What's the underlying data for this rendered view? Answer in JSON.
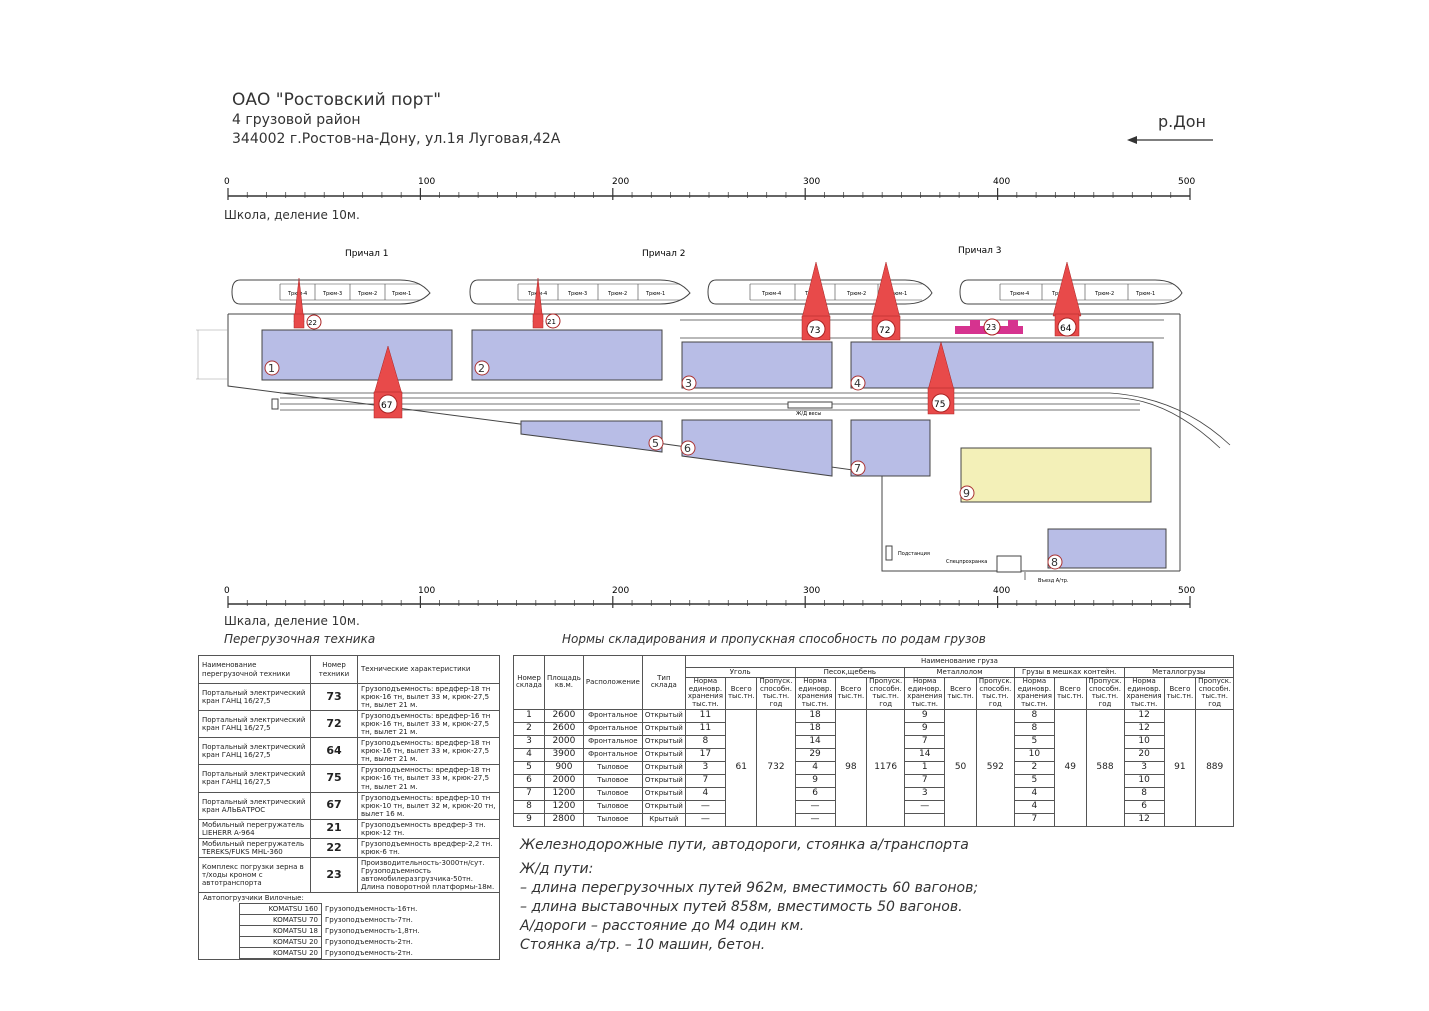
{
  "header": {
    "org": "ОАО \"Ростовский порт\"",
    "district": "4 грузовой район",
    "address": "344002 г.Ростов-на-Дону, ул.1я Луговая,42А",
    "river": "р.Дон"
  },
  "scale": {
    "ticks": [
      "0",
      "100",
      "200",
      "300",
      "400",
      "500"
    ],
    "label": "Школа, деление 10м.",
    "label_bottom": "Шкала, деление 10м."
  },
  "berths": [
    "Причал 1",
    "Причал 2",
    "Причал 3"
  ],
  "ships": [
    {
      "holds": [
        "Трюм-4",
        "Трюм-3",
        "Трюм-2",
        "Трюм-1"
      ]
    },
    {
      "holds": [
        "Трюм-4",
        "Трюм-3",
        "Трюм-2",
        "Трюм-1"
      ]
    },
    {
      "holds": [
        "Трюм-4",
        "Трюм-3",
        "Трюм-2",
        "Трюм-1"
      ]
    },
    {
      "holds": [
        "Трюм-4",
        "Трюм-3",
        "Трюм-2",
        "Трюм-1"
      ]
    }
  ],
  "cranes": [
    "22",
    "21",
    "73",
    "72",
    "23",
    "64",
    "67",
    "75"
  ],
  "warehouses": [
    "1",
    "2",
    "3",
    "4",
    "5",
    "6",
    "7",
    "8",
    "9"
  ],
  "labels": {
    "scales_rail": "Ж/Д весы",
    "substation": "Подстанция",
    "special_building": "Спецпрохранка",
    "exit": "Въезд А/тр."
  },
  "colors": {
    "warehouse": "#b8bde6",
    "open_area": "#f3f0b8",
    "crane": "#e84a4a",
    "crane_23": "#d6338f"
  },
  "equipment": {
    "title": "Перегрузочная техника",
    "headers": [
      "Наименование перегрузочной техники",
      "Номер техники",
      "Технические характеристики"
    ],
    "rows": [
      {
        "name": "Портальный электрический кран ГАНЦ 16/27,5",
        "num": "73",
        "spec": "Грузоподъемность: вредфер-18 тн крюк-16 тн, вылет 33 м, крюк-27,5 тн, вылет 21 м."
      },
      {
        "name": "Портальный электрический кран ГАНЦ 16/27,5",
        "num": "72",
        "spec": "Грузоподъемность: вредфер-16 тн крюк-16 тн, вылет 33 м, крюк-27,5 тн, вылет 21 м."
      },
      {
        "name": "Портальный электрический кран ГАНЦ 16/27,5",
        "num": "64",
        "spec": "Грузоподъемность: вредфер-18 тн крюк-16 тн, вылет 33 м, крюк-27,5 тн, вылет 21 м."
      },
      {
        "name": "Портальный электрический кран ГАНЦ 16/27,5",
        "num": "75",
        "spec": "Грузоподъемность: вредфер-18 тн крюк-16 тн, вылет 33 м, крюк-27,5 тн, вылет 21 м."
      },
      {
        "name": "Портальный электрический кран АЛЬБАТРОС",
        "num": "67",
        "spec": "Грузоподъемность: вредфер-10 тн крюк-10 тн, вылет 32 м, крюк-20 тн, вылет 16 м."
      },
      {
        "name": "Мобильный перегружатель LIEHERR A-964",
        "num": "21",
        "spec": "Грузоподъемность вредфер-3 тн. крюк-12 тн."
      },
      {
        "name": "Мобильный перегружатель TEREKS/FUKS MHL-360",
        "num": "22",
        "spec": "Грузоподъемность вредфер-2,2 тн. крюк-6 тн."
      },
      {
        "name": "Комплекс погрузки зерна в т/ходы кроном с автотранспорта",
        "num": "23",
        "spec": "Производительность-3000тн/сут. Грузоподъемность автомобилеразгрузчика-50тн. Длина поворотной платформы-18м."
      }
    ],
    "loaders_title": "Автопогрузчики Вилочные:",
    "loaders": [
      {
        "name": "KOMATSU 160",
        "spec": "Грузоподъемность-16тн."
      },
      {
        "name": "KOMATSU 70",
        "spec": "Грузоподъемность-7тн."
      },
      {
        "name": "KOMATSU 18",
        "spec": "Грузоподъемность-1,8тн."
      },
      {
        "name": "KOMATSU 20",
        "spec": "Грузоподъемность-2тн."
      },
      {
        "name": "KOMATSU 20",
        "spec": "Грузоподъемность-2тн."
      }
    ]
  },
  "norms": {
    "title": "Нормы складирования и пропускная способность по родам грузов",
    "col_num": "Номер склада",
    "col_area": "Площадь кв.м.",
    "col_loc": "Расположение",
    "col_type": "Тип склада",
    "cargo_header": "Наименование груза",
    "groups": [
      "Уголь",
      "Песок,щебень",
      "Металлолом",
      "Грузы в мешках контейн.",
      "Металлогрузы"
    ],
    "sub_norm": "Норма единовр. хранения тыс.тн.",
    "sub_total": "Всего тыс.тн.",
    "sub_capacity": "Пропуск. способн. тыс.тн. год",
    "rows": [
      {
        "n": "1",
        "area": "2600",
        "loc": "Фронтальное",
        "type": "Открытый",
        "coal": "11",
        "sand": "18",
        "scrap": "9",
        "bags": "8",
        "metal": "12"
      },
      {
        "n": "2",
        "area": "2600",
        "loc": "Фронтальное",
        "type": "Открытый",
        "coal": "11",
        "sand": "18",
        "scrap": "9",
        "bags": "8",
        "metal": "12"
      },
      {
        "n": "3",
        "area": "2000",
        "loc": "Фронтальное",
        "type": "Открытый",
        "coal": "8",
        "sand": "14",
        "scrap": "7",
        "bags": "5",
        "metal": "10"
      },
      {
        "n": "4",
        "area": "3900",
        "loc": "Фронтальное",
        "type": "Открытый",
        "coal": "17",
        "sand": "29",
        "scrap": "14",
        "bags": "10",
        "metal": "20"
      },
      {
        "n": "5",
        "area": "900",
        "loc": "Тыловое",
        "type": "Открытый",
        "coal": "3",
        "sand": "4",
        "scrap": "1",
        "bags": "2",
        "metal": "3"
      },
      {
        "n": "6",
        "area": "2000",
        "loc": "Тыловое",
        "type": "Открытый",
        "coal": "7",
        "sand": "9",
        "scrap": "7",
        "bags": "5",
        "metal": "10"
      },
      {
        "n": "7",
        "area": "1200",
        "loc": "Тыловое",
        "type": "Открытый",
        "coal": "4",
        "sand": "6",
        "scrap": "3",
        "bags": "4",
        "metal": "8"
      },
      {
        "n": "8",
        "area": "1200",
        "loc": "Тыловое",
        "type": "Открытый",
        "coal": "—",
        "sand": "—",
        "scrap": "—",
        "bags": "4",
        "metal": "6"
      },
      {
        "n": "9",
        "area": "2800",
        "loc": "Тыловое",
        "type": "Крытый",
        "coal": "—",
        "sand": "—",
        "scrap": "",
        "bags": "7",
        "metal": "12"
      }
    ],
    "totals": {
      "coal_total": "61",
      "coal_cap": "732",
      "sand_total": "98",
      "sand_cap": "1176",
      "scrap_total": "50",
      "scrap_cap": "592",
      "bags_total": "49",
      "bags_cap": "588",
      "metal_total": "91",
      "metal_cap": "889"
    }
  },
  "notes": {
    "title": "Железнодорожные пути, автодороги, стоянка а/транспорта",
    "lines": [
      "Ж/д пути:",
      "– длина перегрузочных путей 962м, вместимость 60 вагонов;",
      "– длина выставочных путей 858м, вместимость 50 вагонов.",
      "А/дороги – расстояние до М4 один км.",
      "Стоянка а/тр. – 10 машин, бетон."
    ]
  }
}
